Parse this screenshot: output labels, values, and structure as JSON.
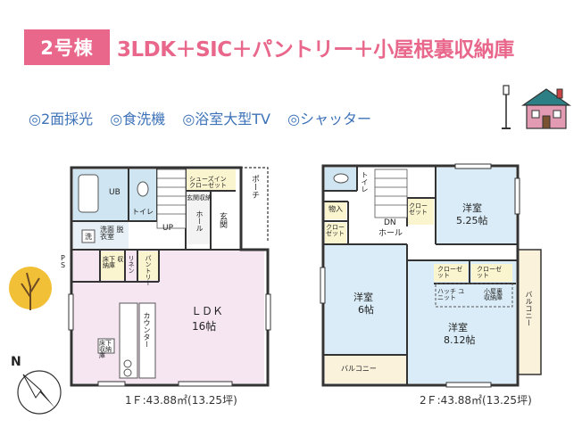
{
  "header": {
    "badge": "2号棟",
    "title": "3LDK＋SIC＋パントリー＋小屋根裏収納庫"
  },
  "features": [
    "◎2面採光",
    "◎食洗機",
    "◎浴室大型TV",
    "◎シャッター"
  ],
  "floor1": {
    "rooms": {
      "ub": "UB",
      "toilet": "トイレ",
      "shoe_closet": "シューズイン クローゼット",
      "porch": "ポーチ",
      "hall_storage": "玄関収納",
      "hall": "ホール",
      "entrance": "玄関",
      "up": "UP",
      "wash": "洗",
      "washroom": "洗面 脱衣室",
      "ps": "P S",
      "under_floor_storage": "床下 収納庫",
      "linen": "リネン",
      "pantry": "パントリー",
      "ldk": "ＬＤＫ",
      "ldk_size": "16帖",
      "counter": "カウンター",
      "kitchen_storage": "床下 収納庫"
    },
    "area": "1Ｆ:43.88㎡(13.25坪)"
  },
  "floor2": {
    "rooms": {
      "toilet": "トイレ",
      "storage": "物入",
      "closet": "クローゼット",
      "dn": "DN",
      "hall": "ホール",
      "closet_room1": "クローゼット",
      "room1": "洋室",
      "room1_size": "5.25帖",
      "room2": "洋室",
      "room2_size": "6帖",
      "closet_a": "クローゼット",
      "closet_b": "クローゼット",
      "hatch": "ハッチ ユニット",
      "attic": "小屋裏 収納庫",
      "room3": "洋室",
      "room3_size": "8.12帖",
      "balcony_right": "バルコニー",
      "balcony_bottom": "バルコニー"
    },
    "area": "2Ｆ:43.88㎡(13.25坪)"
  },
  "compass": "N",
  "colors": {
    "accent": "#e8678b",
    "feature_text": "#3d72b8",
    "ldk_fill": "#f6e6f2",
    "room_fill": "#d9ecf7",
    "wet_fill": "#cfe5f1",
    "closet_fill": "#fbf5cf",
    "balcony_fill": "#fbf2dc",
    "wall": "#333333"
  }
}
